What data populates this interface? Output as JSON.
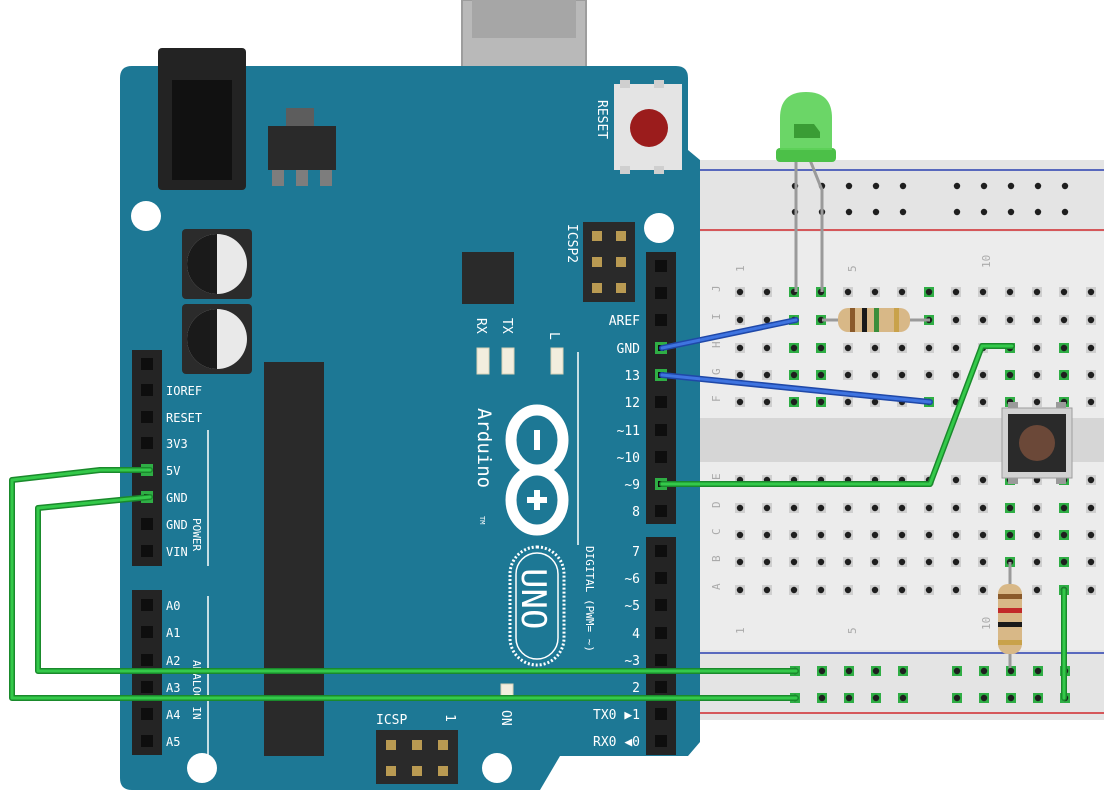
{
  "board": {
    "reset_label": "RESET",
    "icsp2_label": "ICSP2",
    "icsp_label": "ICSP",
    "icsp_pin1": "1",
    "tx_label": "TX",
    "rx_label": "RX",
    "l_label": "L",
    "on_label": "ON",
    "brand": "Arduino",
    "tm": "TM",
    "model": "UNO",
    "digital_label": "DIGITAL (PWM= ~)",
    "power_label": "POWER",
    "analog_label": "ANALOG IN",
    "digital_top_pins": [
      "AREF",
      "GND",
      "13",
      "12",
      "~11",
      "~10",
      "~9",
      "8"
    ],
    "digital_bottom_pins": [
      "7",
      "~6",
      "~5",
      "4",
      "~3",
      "2",
      "TX0 ▶1",
      "RX0 ◀0"
    ],
    "power_pins": [
      "IOREF",
      "RESET",
      "3V3",
      "5V",
      "GND",
      "GND",
      "VIN"
    ],
    "analog_pins": [
      "A0",
      "A1",
      "A2",
      "A3",
      "A4",
      "A5"
    ]
  },
  "breadboard": {
    "col_numbers": [
      "1",
      "5",
      "10"
    ],
    "row_letters_top": [
      "J",
      "I",
      "H",
      "G",
      "F"
    ],
    "row_letters_bottom": [
      "E",
      "D",
      "C",
      "B",
      "A"
    ]
  },
  "colors": {
    "board": "#1d7895",
    "board_dark": "#14607a",
    "wire_green": "#22b33c",
    "wire_blue": "#2d5fcf",
    "led": "#5ed35a",
    "rail_red": "#d0282c",
    "rail_blue": "#2a3fb0"
  }
}
